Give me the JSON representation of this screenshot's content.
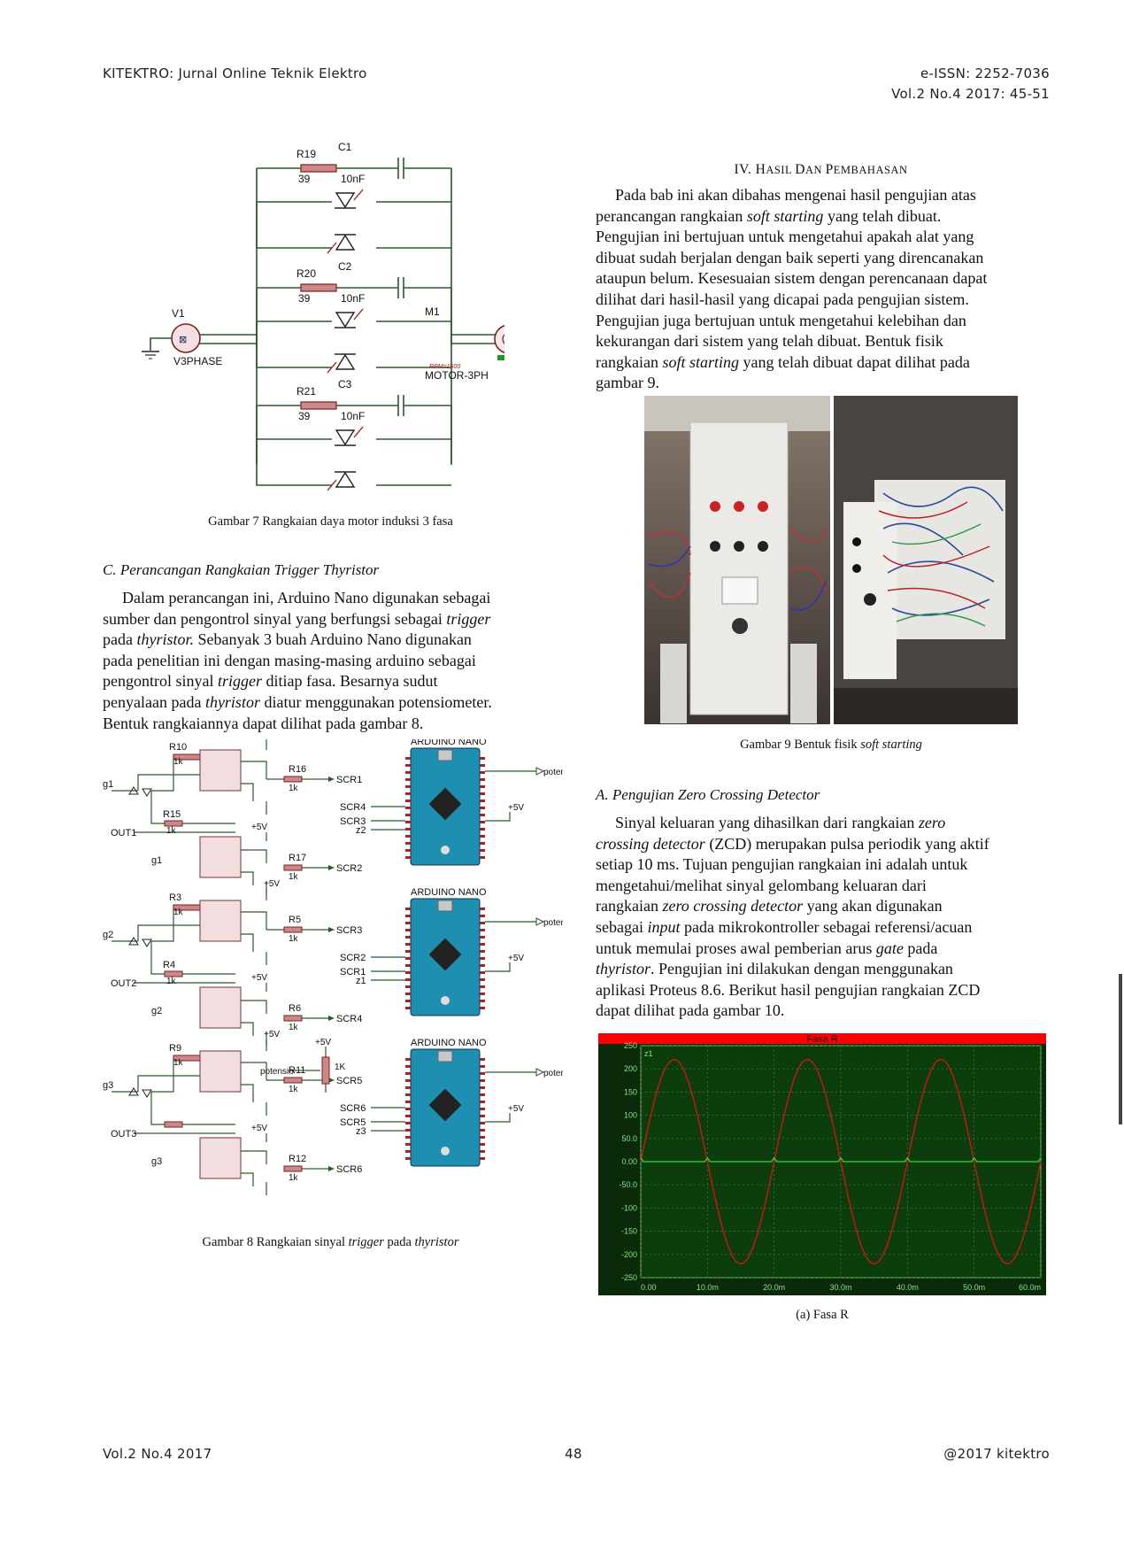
{
  "header": {
    "journal": "KITEKTRO: Jurnal Online Teknik Elektro",
    "issn": "e-ISSN: 2252-7036",
    "volume": "Vol.2 No.4 2017: 45-51"
  },
  "footer": {
    "left": "Vol.2 No.4 2017",
    "page": "48",
    "right": "@2017 kitektro"
  },
  "fig7": {
    "caption": "Gambar 7 Rangkaian daya motor induksi 3 fasa",
    "labels": {
      "r19": "R19",
      "r19v": "39",
      "c1": "C1",
      "c1v": "10nF",
      "r20": "R20",
      "r20v": "39",
      "c2": "C2",
      "c2v": "10nF",
      "r21": "R21",
      "r21v": "39",
      "c3": "C3",
      "c3v": "10nF",
      "v1": "V1",
      "v1n": "V3PHASE",
      "m1": "M1",
      "m1n": "MOTOR-3PH",
      "rpm": "RPM=1500"
    }
  },
  "sectionC": {
    "heading": "C.  Perancangan Rangkaian Trigger Thyristor",
    "p1": "Dalam perancangan ini, Arduino Nano digunakan sebagai",
    "p2a": "sumber dan pengontrol sinyal yang berfungsi sebagai ",
    "p2b": "trigger",
    "p3a": "pada ",
    "p3b": "thyristor.",
    "p3c": " Sebanyak 3 buah Arduino Nano digunakan",
    "p4": "pada penelitian ini dengan masing-masing arduino sebagai",
    "p5a": "pengontrol sinyal ",
    "p5b": "trigger",
    "p5c": " ditiap fasa. Besarnya sudut",
    "p6a": "penyalaan pada ",
    "p6b": "thyristor",
    "p6c": " diatur menggunakan potensiometer.",
    "p7": "Bentuk rangkaiannya dapat dilihat pada gambar 8."
  },
  "fig8": {
    "caption_a": "Gambar 8 Rangkaian sinyal ",
    "caption_b": "trigger",
    "caption_c": " pada ",
    "caption_d": "thyristor",
    "blocks": [
      {
        "rtop": "R10",
        "rtopv": "1k",
        "rbot": "R15",
        "rbotv": "1k",
        "g": "g1",
        "gb": "g1",
        "out": "OUT1",
        "ra": "R16",
        "rav": "1k",
        "rb": "R17",
        "rbv": "1k",
        "scra": "SCR1",
        "scrb": "SCR2",
        "nano_in1": "SCR4",
        "nano_in2": "SCR3",
        "nano_z": "z2"
      },
      {
        "rtop": "R3",
        "rtopv": "1k",
        "rbot": "R4",
        "rbotv": "1k",
        "g": "g2",
        "gb": "g2",
        "out": "OUT2",
        "ra": "R5",
        "rav": "1k",
        "rb": "R6",
        "rbv": "1k",
        "scra": "SCR3",
        "scrb": "SCR4",
        "nano_in1": "SCR2",
        "nano_in2": "SCR1",
        "nano_z": "z1"
      },
      {
        "rtop": "R9",
        "rtopv": "1k",
        "rbot": "",
        "rbotv": "",
        "g": "g3",
        "gb": "g3",
        "out": "OUT3",
        "ra": "R11",
        "rav": "1k",
        "rb": "R12",
        "rbv": "1k",
        "scra": "SCR5",
        "scrb": "SCR6",
        "nano_in1": "SCR6",
        "nano_in2": "SCR5",
        "nano_z": "z3"
      }
    ],
    "v5": "+5V",
    "nano_title": "ARDUINO NANO",
    "potensio": "potensio",
    "pot_value": "1K"
  },
  "sectionIV": {
    "heading_a": "IV. H",
    "heading_b": "ASIL ",
    "heading_c": "D",
    "heading_d": "AN ",
    "heading_e": "P",
    "heading_f": "EMBAHASAN",
    "l1": "Pada bab ini akan dibahas mengenai hasil pengujian atas",
    "l2a": "perancangan rangkaian ",
    "l2b": "soft starting",
    "l2c": " yang telah dibuat.",
    "l3": "Pengujian ini bertujuan untuk mengetahui apakah alat yang",
    "l4": "dibuat sudah berjalan dengan baik seperti yang direncanakan",
    "l5": "ataupun belum. Kesesuaian sistem dengan perencanaan dapat",
    "l6": "dilihat dari hasil-hasil yang dicapai pada pengujian sistem.",
    "l7": "Pengujian juga bertujuan untuk mengetahui kelebihan dan",
    "l8": "kekurangan dari sistem yang telah dibuat. Bentuk fisik",
    "l9a": "rangkaian ",
    "l9b": "soft starting",
    "l9c": " yang telah dibuat dapat dilihat pada",
    "l10": "gambar 9."
  },
  "fig9": {
    "caption_a": "Gambar 9 Bentuk fisik ",
    "caption_b": "soft starting"
  },
  "sectionA": {
    "heading": "A.  Pengujian Zero Crossing Detector",
    "l1a": "Sinyal keluaran yang dihasilkan dari rangkaian ",
    "l1b": "zero",
    "l2a": "crossing detector",
    "l2b": " (ZCD) merupakan pulsa periodik yang aktif",
    "l3": "setiap 10 ms. Tujuan pengujian rangkaian ini adalah untuk",
    "l4": "mengetahui/melihat sinyal gelombang keluaran dari",
    "l5a": "rangkaian ",
    "l5b": "zero crossing detector",
    "l5c": " yang akan digunakan",
    "l6a": "sebagai ",
    "l6b": "input",
    "l6c": " pada mikrokontroller sebagai referensi/acuan",
    "l7a": "untuk memulai proses awal pemberian arus ",
    "l7b": "gate",
    "l7c": " pada",
    "l8a": "thyristor",
    "l8b": ". Pengujian ini dilakukan dengan menggunakan",
    "l9": "aplikasi Proteus 8.6. Berikut hasil pengujian rangkaian ZCD",
    "l10": "dapat dilihat pada gambar 10."
  },
  "fig10": {
    "caption": "(a) Fasa R",
    "accent": "#ff0000",
    "plot_bg": "#0c3d0c",
    "chart_data": {
      "type": "line",
      "title": "Fasa R",
      "xlabel": "",
      "ylabel": "",
      "x_ticks": [
        "0.00",
        "10.0m",
        "20.0m",
        "30.0m",
        "40.0m",
        "50.0m",
        "60.0m"
      ],
      "y_ticks": [
        "250",
        "200",
        "150",
        "100",
        "50.0",
        "0.00",
        "-50.0",
        "-100",
        "-150",
        "-200",
        "-250"
      ],
      "xlim": [
        0,
        0.06
      ],
      "ylim": [
        -250,
        250
      ],
      "series": [
        {
          "name": "",
          "kind": "sine",
          "amplitude": 220,
          "frequency_hz": 50,
          "color": "#e01010"
        },
        {
          "name": "z1",
          "kind": "zcd-pulse",
          "period_s": 0.01,
          "color": "#40d040"
        }
      ]
    }
  }
}
